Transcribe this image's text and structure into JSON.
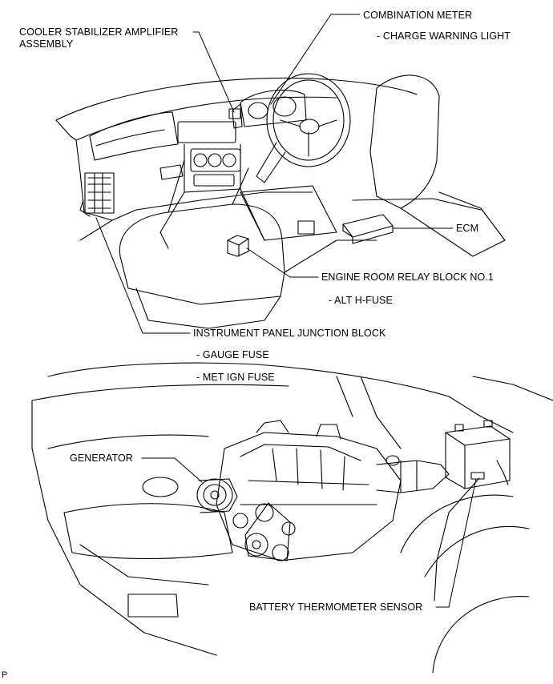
{
  "labels": {
    "cooler_stabilizer_line1": "COOLER STABILIZER AMPLIFIER",
    "cooler_stabilizer_line2": "ASSEMBLY",
    "combination_meter": "COMBINATION METER",
    "charge_warning_light": "- CHARGE WARNING LIGHT",
    "ecm": "ECM",
    "engine_room_relay_block": "ENGINE ROOM RELAY BLOCK NO.1",
    "alt_h_fuse": "- ALT H-FUSE",
    "instrument_panel_junction_block": "INSTRUMENT PANEL JUNCTION BLOCK",
    "gauge_fuse": "- GAUGE FUSE",
    "met_ign_fuse": "- MET IGN FUSE",
    "generator": "GENERATOR",
    "battery_thermometer_sensor": "BATTERY THERMOMETER SENSOR",
    "page_marker": "P"
  },
  "colors": {
    "line": "#000000",
    "background": "#ffffff"
  }
}
